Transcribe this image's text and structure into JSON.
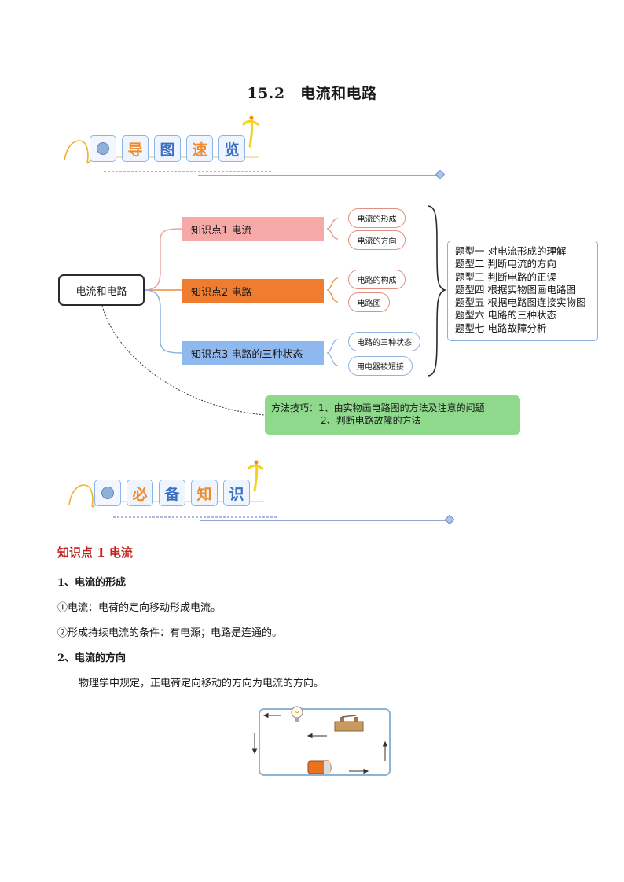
{
  "title": "15.2　电流和电路",
  "banner1": {
    "chars": [
      "导",
      "图",
      "速",
      "览"
    ]
  },
  "banner2": {
    "chars": [
      "必",
      "备",
      "知",
      "识"
    ]
  },
  "mindmap": {
    "root": "电流和电路",
    "branches": [
      {
        "label": "知识点1  电流",
        "color": "#f5aaa8",
        "children": [
          "电流的形成",
          "电流的方向"
        ]
      },
      {
        "label": "知识点2  电路",
        "color": "#f07c30",
        "children": [
          "电路的构成",
          "电路图"
        ]
      },
      {
        "label": "知识点3  电路的三种状态",
        "color": "#8fb8ee",
        "children": [
          "电路的三种状态",
          "用电器被短接"
        ]
      }
    ],
    "types": [
      "题型一  对电流形成的理解",
      "题型二  判断电流的方向",
      "题型三  判断电路的正误",
      "题型四  根据实物图画电路图",
      "题型五  根据电路图连接实物图",
      "题型六  电路的三种状态",
      "题型七  电路故障分析"
    ],
    "method_line1": "方法技巧：1、由实物画电路图的方法及注意的问题",
    "method_line2": "2、判断电路故障的方法"
  },
  "section": {
    "heading": "知识点  1  电流",
    "sub1": "1、电流的形成",
    "p1": "①电流：电荷的定向移动形成电流。",
    "p2": "②形成持续电流的条件：有电源；电路是连通的。",
    "sub2": "2、电流的方向",
    "p3": "物理学中规定，正电荷定向移动的方向为电流的方向。"
  }
}
